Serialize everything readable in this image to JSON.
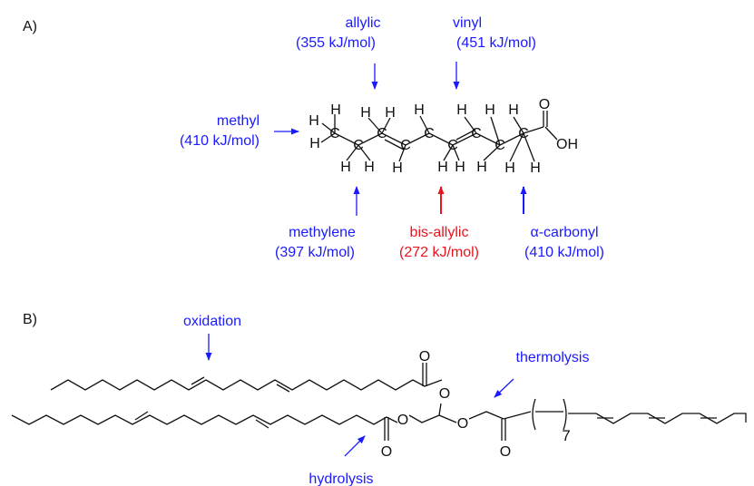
{
  "colors": {
    "blue": "#1a1aff",
    "red": "#e8141e",
    "black": "#111111"
  },
  "panel_a": {
    "label": "A)",
    "annotations": {
      "allylic": {
        "name": "allylic",
        "energy": "(355 kJ/mol)"
      },
      "vinyl": {
        "name": "vinyl",
        "energy": "(451 kJ/mol)"
      },
      "methyl": {
        "name": "methyl",
        "energy": "(410 kJ/mol)"
      },
      "methylene": {
        "name": "methylene",
        "energy": "(397 kJ/mol)"
      },
      "bis_allylic": {
        "name": "bis-allylic",
        "energy": "(272 kJ/mol)"
      },
      "alpha_carbonyl": {
        "name": "α-carbonyl",
        "energy": "(410 kJ/mol)"
      }
    },
    "atoms": {
      "carbon": "C",
      "hydrogen": "H",
      "oxygen": "O",
      "hydroxyl": "OH"
    }
  },
  "panel_b": {
    "label": "B)",
    "annotations": {
      "oxidation": "oxidation",
      "thermolysis": "thermolysis",
      "hydrolysis": "hydrolysis"
    },
    "atoms": {
      "oxygen": "O"
    },
    "repeat_subscript": "7"
  }
}
